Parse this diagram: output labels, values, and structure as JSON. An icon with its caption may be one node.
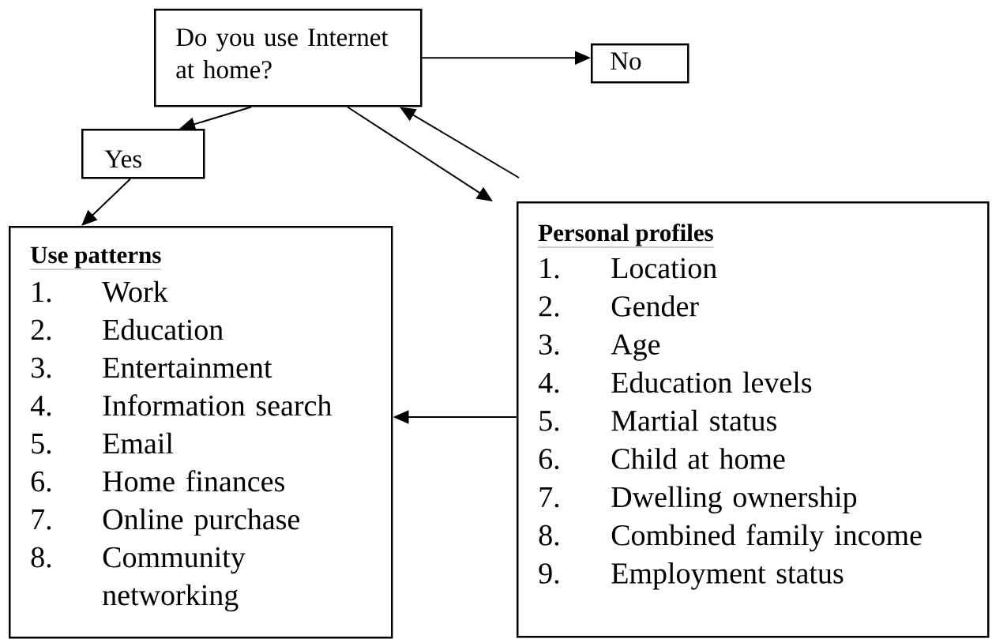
{
  "diagram": {
    "nodes": [
      {
        "text": [
          "Do you use Internet at home?"
        ]
      },
      {
        "text": [
          "No"
        ]
      },
      {
        "text": [
          "Yes"
        ]
      },
      {
        "text": [
          "Use patterns",
          "1.",
          "Work",
          "2.",
          "Education",
          "3.",
          "Entertainment",
          "4.",
          "Information search",
          "5.",
          "Email",
          "6.",
          "Home finances",
          "7.",
          "Online purchase",
          "8.",
          "Community networking"
        ]
      },
      {
        "text": [
          "Personal profiles",
          "1.",
          "Location",
          "2.",
          "Gender",
          "3.",
          "Age",
          "4.",
          "Education levels",
          "5.",
          "Martial status",
          "6.",
          "Child at home",
          "7.",
          "Dwelling ownership",
          "8.",
          "Combined family income",
          "9.",
          "Employment status"
        ]
      }
    ],
    "edges": [
      {
        "from": 0,
        "to": 1,
        "arrow": "to"
      },
      {
        "from": 0,
        "to": 2,
        "arrow": "to"
      },
      {
        "from": 2,
        "to": 3,
        "arrow": "to"
      },
      {
        "from": 0,
        "to": 4,
        "arrow": "to"
      },
      {
        "from": 4,
        "to": 0,
        "arrow": "to"
      },
      {
        "from": 4,
        "to": 3,
        "arrow": "to"
      }
    ]
  }
}
